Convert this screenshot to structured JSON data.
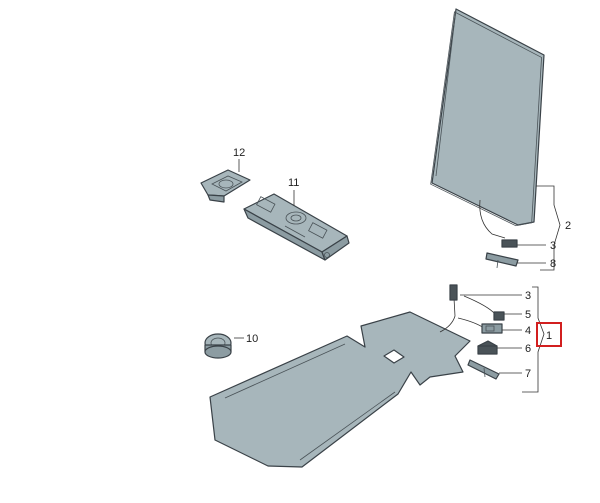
{
  "colors": {
    "part_fill": "#a7b6bb",
    "part_fill_dark": "#8c9ca2",
    "part_fill_light": "#c6d2d5",
    "outline": "#3a4248",
    "highlight": "#d21f1f"
  },
  "callouts": {
    "c1": "1",
    "c2": "2",
    "c3a": "3",
    "c3b": "3",
    "c4": "4",
    "c5": "5",
    "c6": "6",
    "c7": "7",
    "c8": "8",
    "c10": "10",
    "c11": "11",
    "c12": "12"
  },
  "highlighted_callout": "1"
}
